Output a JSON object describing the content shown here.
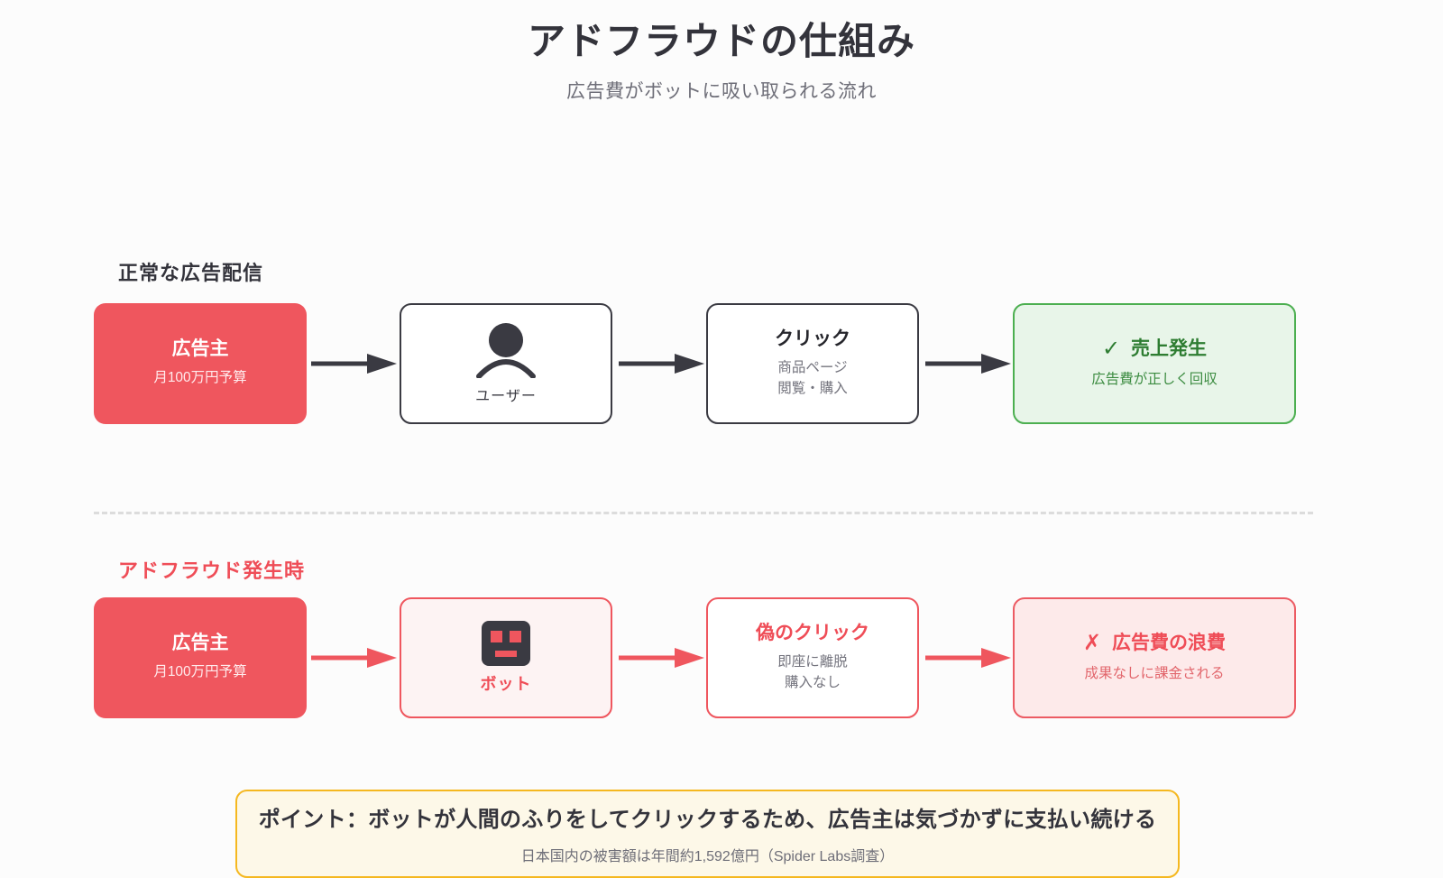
{
  "header": {
    "title": "アドフラウドの仕組み",
    "subtitle": "広告費がボットに吸い取られる流れ"
  },
  "normal_flow": {
    "label": "正常な広告配信",
    "advertiser": {
      "title": "広告主",
      "sub": "月100万円予算"
    },
    "user": {
      "icon": "user-icon",
      "caption": "ユーザー"
    },
    "click": {
      "title": "クリック",
      "sub_line1": "商品ページ",
      "sub_line2": "閲覧・購入"
    },
    "result": {
      "mark": "✓",
      "title": "売上発生",
      "sub": "広告費が正しく回収"
    }
  },
  "fraud_flow": {
    "label": "アドフラウド発生時",
    "advertiser": {
      "title": "広告主",
      "sub": "月100万円予算"
    },
    "bot": {
      "icon": "bot-icon",
      "caption": "ボット"
    },
    "click": {
      "title": "偽のクリック",
      "sub_line1": "即座に離脱",
      "sub_line2": "購入なし"
    },
    "result": {
      "mark": "✗",
      "title": "広告費の浪費",
      "sub": "成果なしに課金される"
    }
  },
  "callout": {
    "main": "ポイント：ボットが人間のふりをしてクリックするため、広告主は気づかずに支払い続ける",
    "sub": "日本国内の被害額は年間約1,592億円（Spider Labs調査）"
  },
  "colors": {
    "red": "#ef565e",
    "red_text": "#ef4d57",
    "green_border": "#4caf50",
    "green_fill": "#e8f5e9",
    "green_text": "#2e7d32",
    "pink_fill": "#fdeaea",
    "bot_fill": "#fdf3f3",
    "yellow_border": "#f5b820",
    "yellow_fill": "#fdf8e8",
    "dark": "#3a3a42",
    "background": "#fcfcfc"
  }
}
